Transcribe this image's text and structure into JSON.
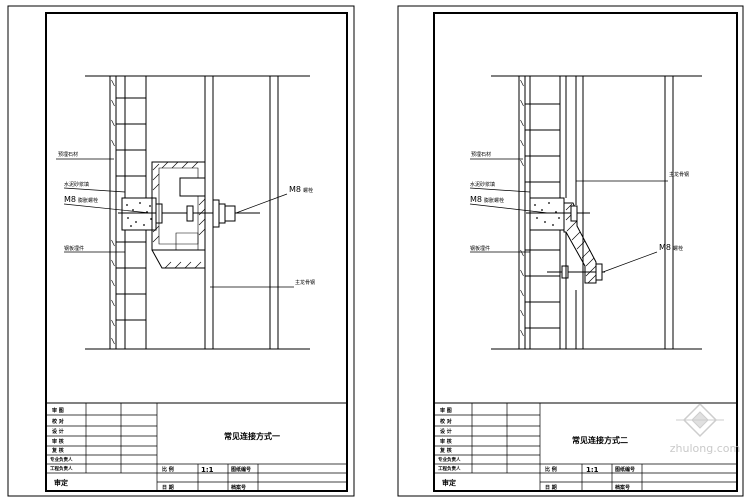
{
  "sheets": [
    {
      "title": "常见连接方式一",
      "labels": {
        "a": "预埋石材",
        "b": "水泥砂浆填",
        "c": "M8",
        "c_suffix": "膨胀螺栓",
        "d": "钢板埋件",
        "e": "M8",
        "e_suffix": "螺栓",
        "f": "主龙骨钢"
      },
      "rows": [
        "审 图",
        "校 对",
        "设 计",
        "审 核",
        "复 核",
        "专业负责人",
        "工程负责人",
        "审定"
      ],
      "meta": {
        "scale_label": "比 例",
        "scale_value": "1:1",
        "date_label": "日 期",
        "code_label": "图纸编号",
        "archive_label": "档案号"
      }
    },
    {
      "title": "常见连接方式二",
      "labels": {
        "a": "预埋石材",
        "b": "水泥砂浆填",
        "c": "M8",
        "c_suffix": "膨胀螺栓",
        "d": "钢板埋件",
        "e": "M8",
        "e_suffix": "螺栓",
        "f": "主龙骨钢"
      },
      "rows": [
        "审 图",
        "校 对",
        "设 计",
        "审 核",
        "复 核",
        "专业负责人",
        "工程负责人",
        "审定"
      ],
      "meta": {
        "scale_label": "比 例",
        "scale_value": "1:1",
        "date_label": "日 期",
        "code_label": "图纸编号",
        "archive_label": "档案号"
      }
    }
  ],
  "watermark": "zhulong.com"
}
